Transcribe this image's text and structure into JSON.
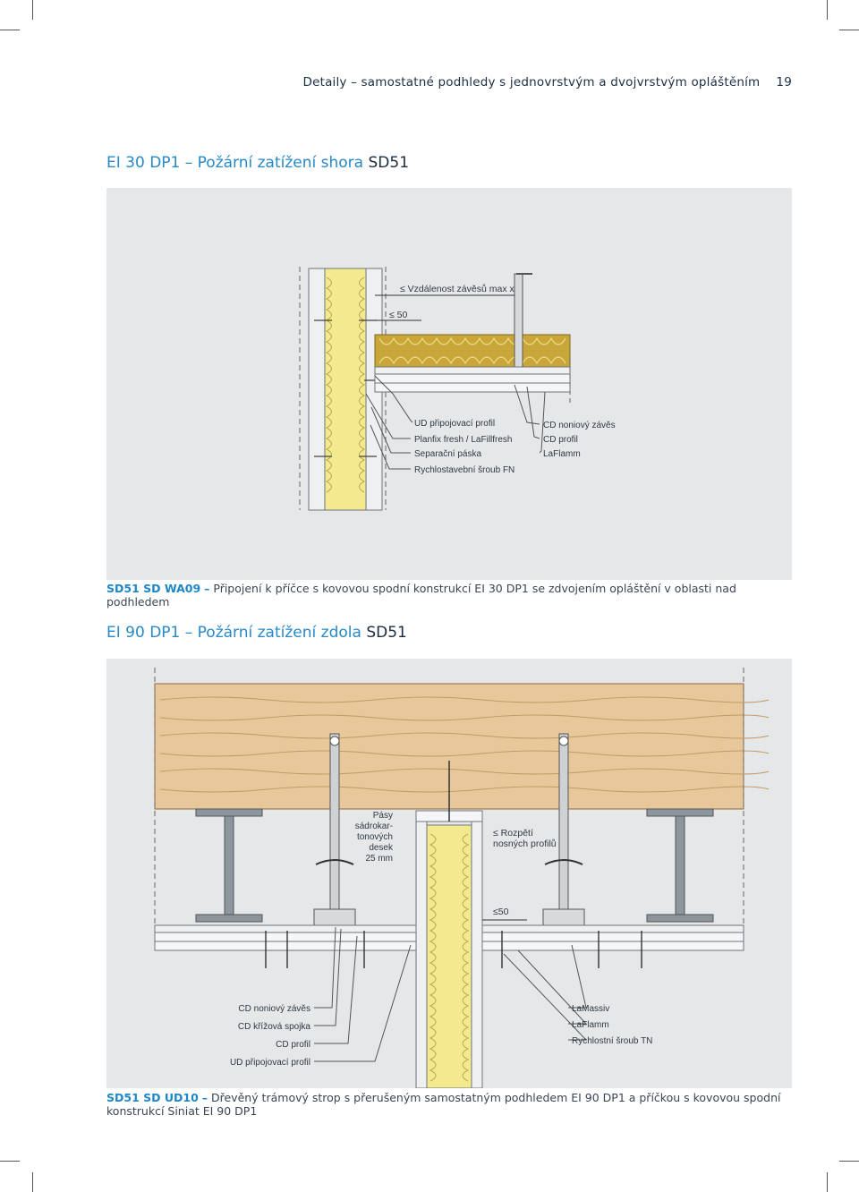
{
  "header": {
    "title": "Detaily – samostatné podhledy s jednovrstvým a dvojvrstvým opláštěním",
    "page_number": "19"
  },
  "section1": {
    "title_main": "EI 30 DP1 – Požární zatížení shora",
    "title_code": "SD51",
    "dims": {
      "spacing": "≤ Vzdálenost závěsů max x",
      "offset": "≤ 50"
    },
    "labels_left": [
      "UD připojovací profil",
      "Planfix fresh / LaFillfresh",
      "Separační páska",
      "Rychlostavební šroub FN"
    ],
    "labels_right": [
      "CD noniový závěs",
      "CD profil",
      "LaFlamm"
    ],
    "caption_code": "SD51 SD WA09",
    "caption_dash": "–",
    "caption_text": "Připojení k příčce s kovovou spodní konstrukcí EI 30 DP1 se zdvojením opláštění v oblasti nad podhledem"
  },
  "section2": {
    "title_main": "EI 90 DP1 – Požární zatížení zdola",
    "title_code": "SD51",
    "strips_label": [
      "Pásy",
      "sádrokar-",
      "tonových",
      "desek",
      "25 mm"
    ],
    "dims": {
      "span": [
        "≤ Rozpětí",
        "nosných profilů"
      ],
      "offset": "≤50"
    },
    "labels_left": [
      "CD noniový závěs",
      "CD křížová spojka",
      "CD profil",
      "UD připojovací profil"
    ],
    "labels_right": [
      "LaMassiv",
      "LaFlamm",
      "Rychlostní šroub TN"
    ],
    "caption_code": "SD51 SD UD10",
    "caption_dash": "–",
    "caption_text": "Dřevěný trámový strop s přerušeným samostatným podhledem EI 90 DP1 a příčkou s kovovou spodní konstrukcí Siniat EI 90 DP1"
  },
  "colors": {
    "accent": "#2789c8",
    "panel": "#e6e7e8",
    "insulation": "#f3ea8f",
    "timber": "#e8c79a",
    "mineral_wool": "#c9a63a"
  }
}
